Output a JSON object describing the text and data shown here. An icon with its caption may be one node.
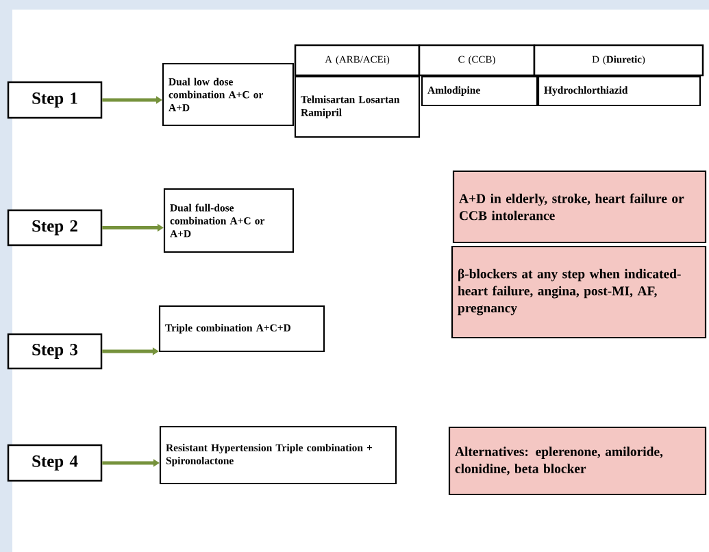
{
  "diagram": {
    "nodes": [
      {
        "text": [
          "Step 1"
        ]
      },
      {
        "text": [
          "Dual low dose combination A+C or A+D"
        ]
      },
      {
        "text": [
          "A (ARB/ACEi)"
        ]
      },
      {
        "text": [
          "C (CCB)"
        ]
      },
      {
        "text": [
          "D (**Diuretic**)"
        ]
      },
      {
        "text": [
          "Telmisartan Losartan Ramipril"
        ]
      },
      {
        "text": [
          "Amlodipine"
        ]
      },
      {
        "text": [
          "Hydrochlorthiazid"
        ]
      },
      {
        "text": [
          "A+D in elderly, stroke, heart failure or CCB intolerance"
        ]
      },
      {
        "text": [
          "Step 2"
        ]
      },
      {
        "text": [
          "Dual full-dose combination A+C or A+D"
        ]
      },
      {
        "text": [
          "β-blockers at any step when indicated- heart failure, angina, post-MI, AF, pregnancy"
        ]
      },
      {
        "text": [
          "Step 3"
        ]
      },
      {
        "text": [
          "Triple combination A+C+D"
        ]
      },
      {
        "text": [
          "Step 4"
        ]
      },
      {
        "text": [
          "Resistant Hypertension Triple combination + Spironolactone"
        ]
      },
      {
        "text": [
          "Alternatives: eplerenone, amiloride, clonidine, beta blocker"
        ]
      }
    ],
    "edges": [
      {
        "from": 0,
        "to": 1,
        "arrow": "to"
      },
      {
        "from": 9,
        "to": 10,
        "arrow": "to"
      },
      {
        "from": 12,
        "to": 13,
        "arrow": "to"
      },
      {
        "from": 14,
        "to": 15,
        "arrow": "to"
      }
    ]
  }
}
